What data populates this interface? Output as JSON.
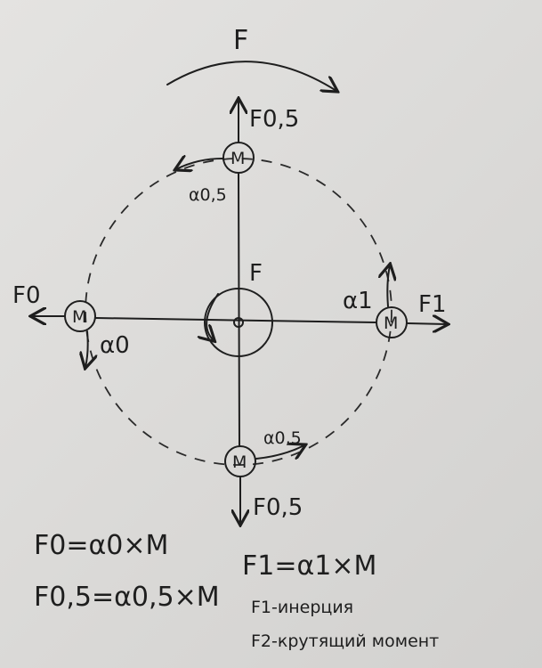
{
  "diagram": {
    "top_label": "F",
    "center_label": "F",
    "mass_label": "M",
    "forces": {
      "top": "F0,5",
      "bottom": "F0,5",
      "left": "F0",
      "right": "F1"
    },
    "accelerations": {
      "top": "α0,5",
      "bottom": "α0,5",
      "left": "α0",
      "right": "α1"
    }
  },
  "formulas": {
    "f0": "F0=α0×M",
    "f05": "F0,5=α0,5×M",
    "f1": "F1=α1×M",
    "note1": "F1-инерция",
    "note2": "F2-крутящий момент"
  }
}
